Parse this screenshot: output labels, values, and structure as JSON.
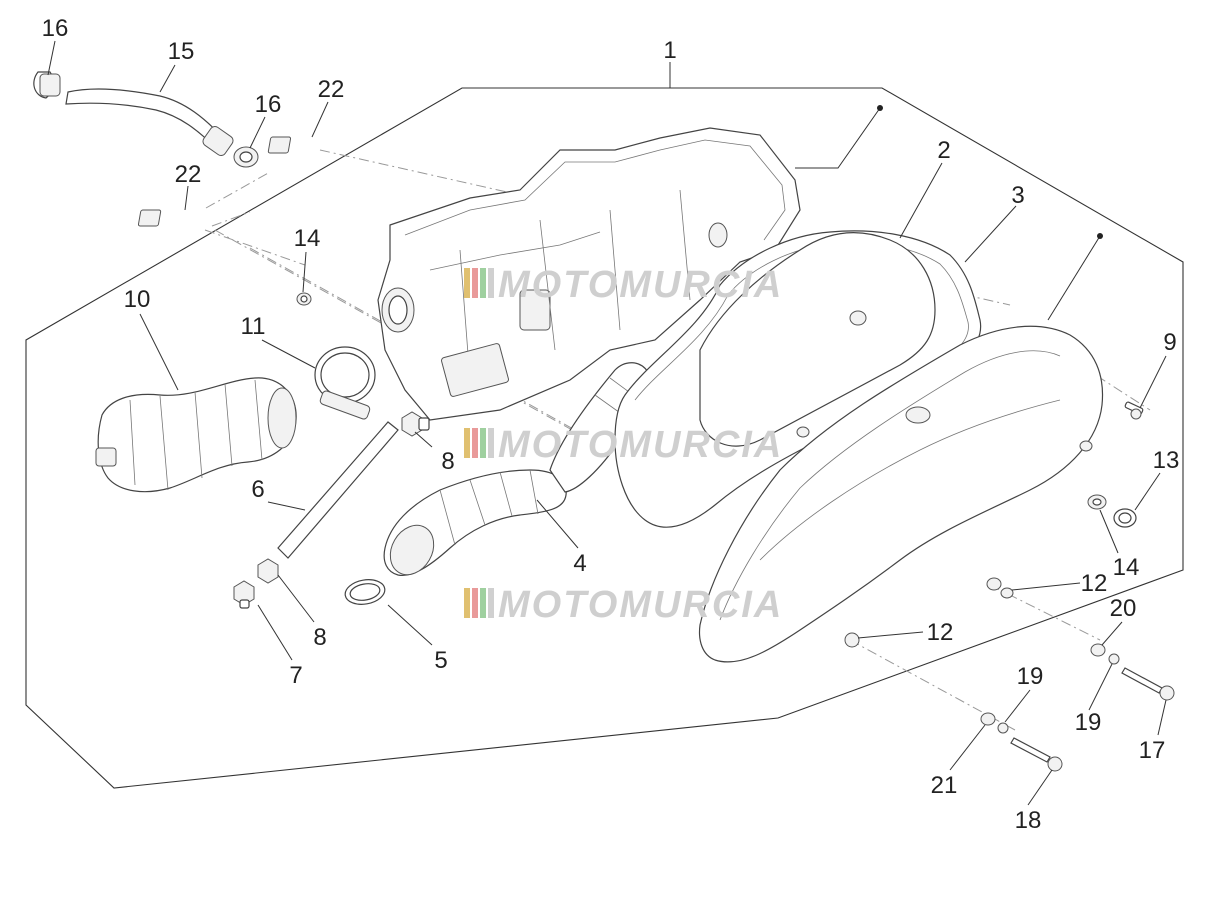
{
  "watermark": {
    "text": "MOTOMURCIA",
    "stripe_colors": [
      "#e0c070",
      "#e99a9a",
      "#9fd09f",
      "#d0d0d0"
    ]
  },
  "callouts": [
    {
      "id": "c1",
      "text": "1"
    },
    {
      "id": "c2",
      "text": "2"
    },
    {
      "id": "c3",
      "text": "3"
    },
    {
      "id": "c4",
      "text": "4"
    },
    {
      "id": "c5",
      "text": "5"
    },
    {
      "id": "c6",
      "text": "6"
    },
    {
      "id": "c7",
      "text": "7"
    },
    {
      "id": "c8a",
      "text": "8"
    },
    {
      "id": "c8b",
      "text": "8"
    },
    {
      "id": "c9",
      "text": "9"
    },
    {
      "id": "c10",
      "text": "10"
    },
    {
      "id": "c11",
      "text": "11"
    },
    {
      "id": "c12a",
      "text": "12"
    },
    {
      "id": "c12b",
      "text": "12"
    },
    {
      "id": "c13",
      "text": "13"
    },
    {
      "id": "c14a",
      "text": "14"
    },
    {
      "id": "c14b",
      "text": "14"
    },
    {
      "id": "c15",
      "text": "15"
    },
    {
      "id": "c16a",
      "text": "16"
    },
    {
      "id": "c16b",
      "text": "16"
    },
    {
      "id": "c17",
      "text": "17"
    },
    {
      "id": "c18",
      "text": "18"
    },
    {
      "id": "c19a",
      "text": "19"
    },
    {
      "id": "c19b",
      "text": "19"
    },
    {
      "id": "c20",
      "text": "20"
    },
    {
      "id": "c21",
      "text": "21"
    },
    {
      "id": "c22a",
      "text": "22"
    },
    {
      "id": "c22b",
      "text": "22"
    }
  ]
}
